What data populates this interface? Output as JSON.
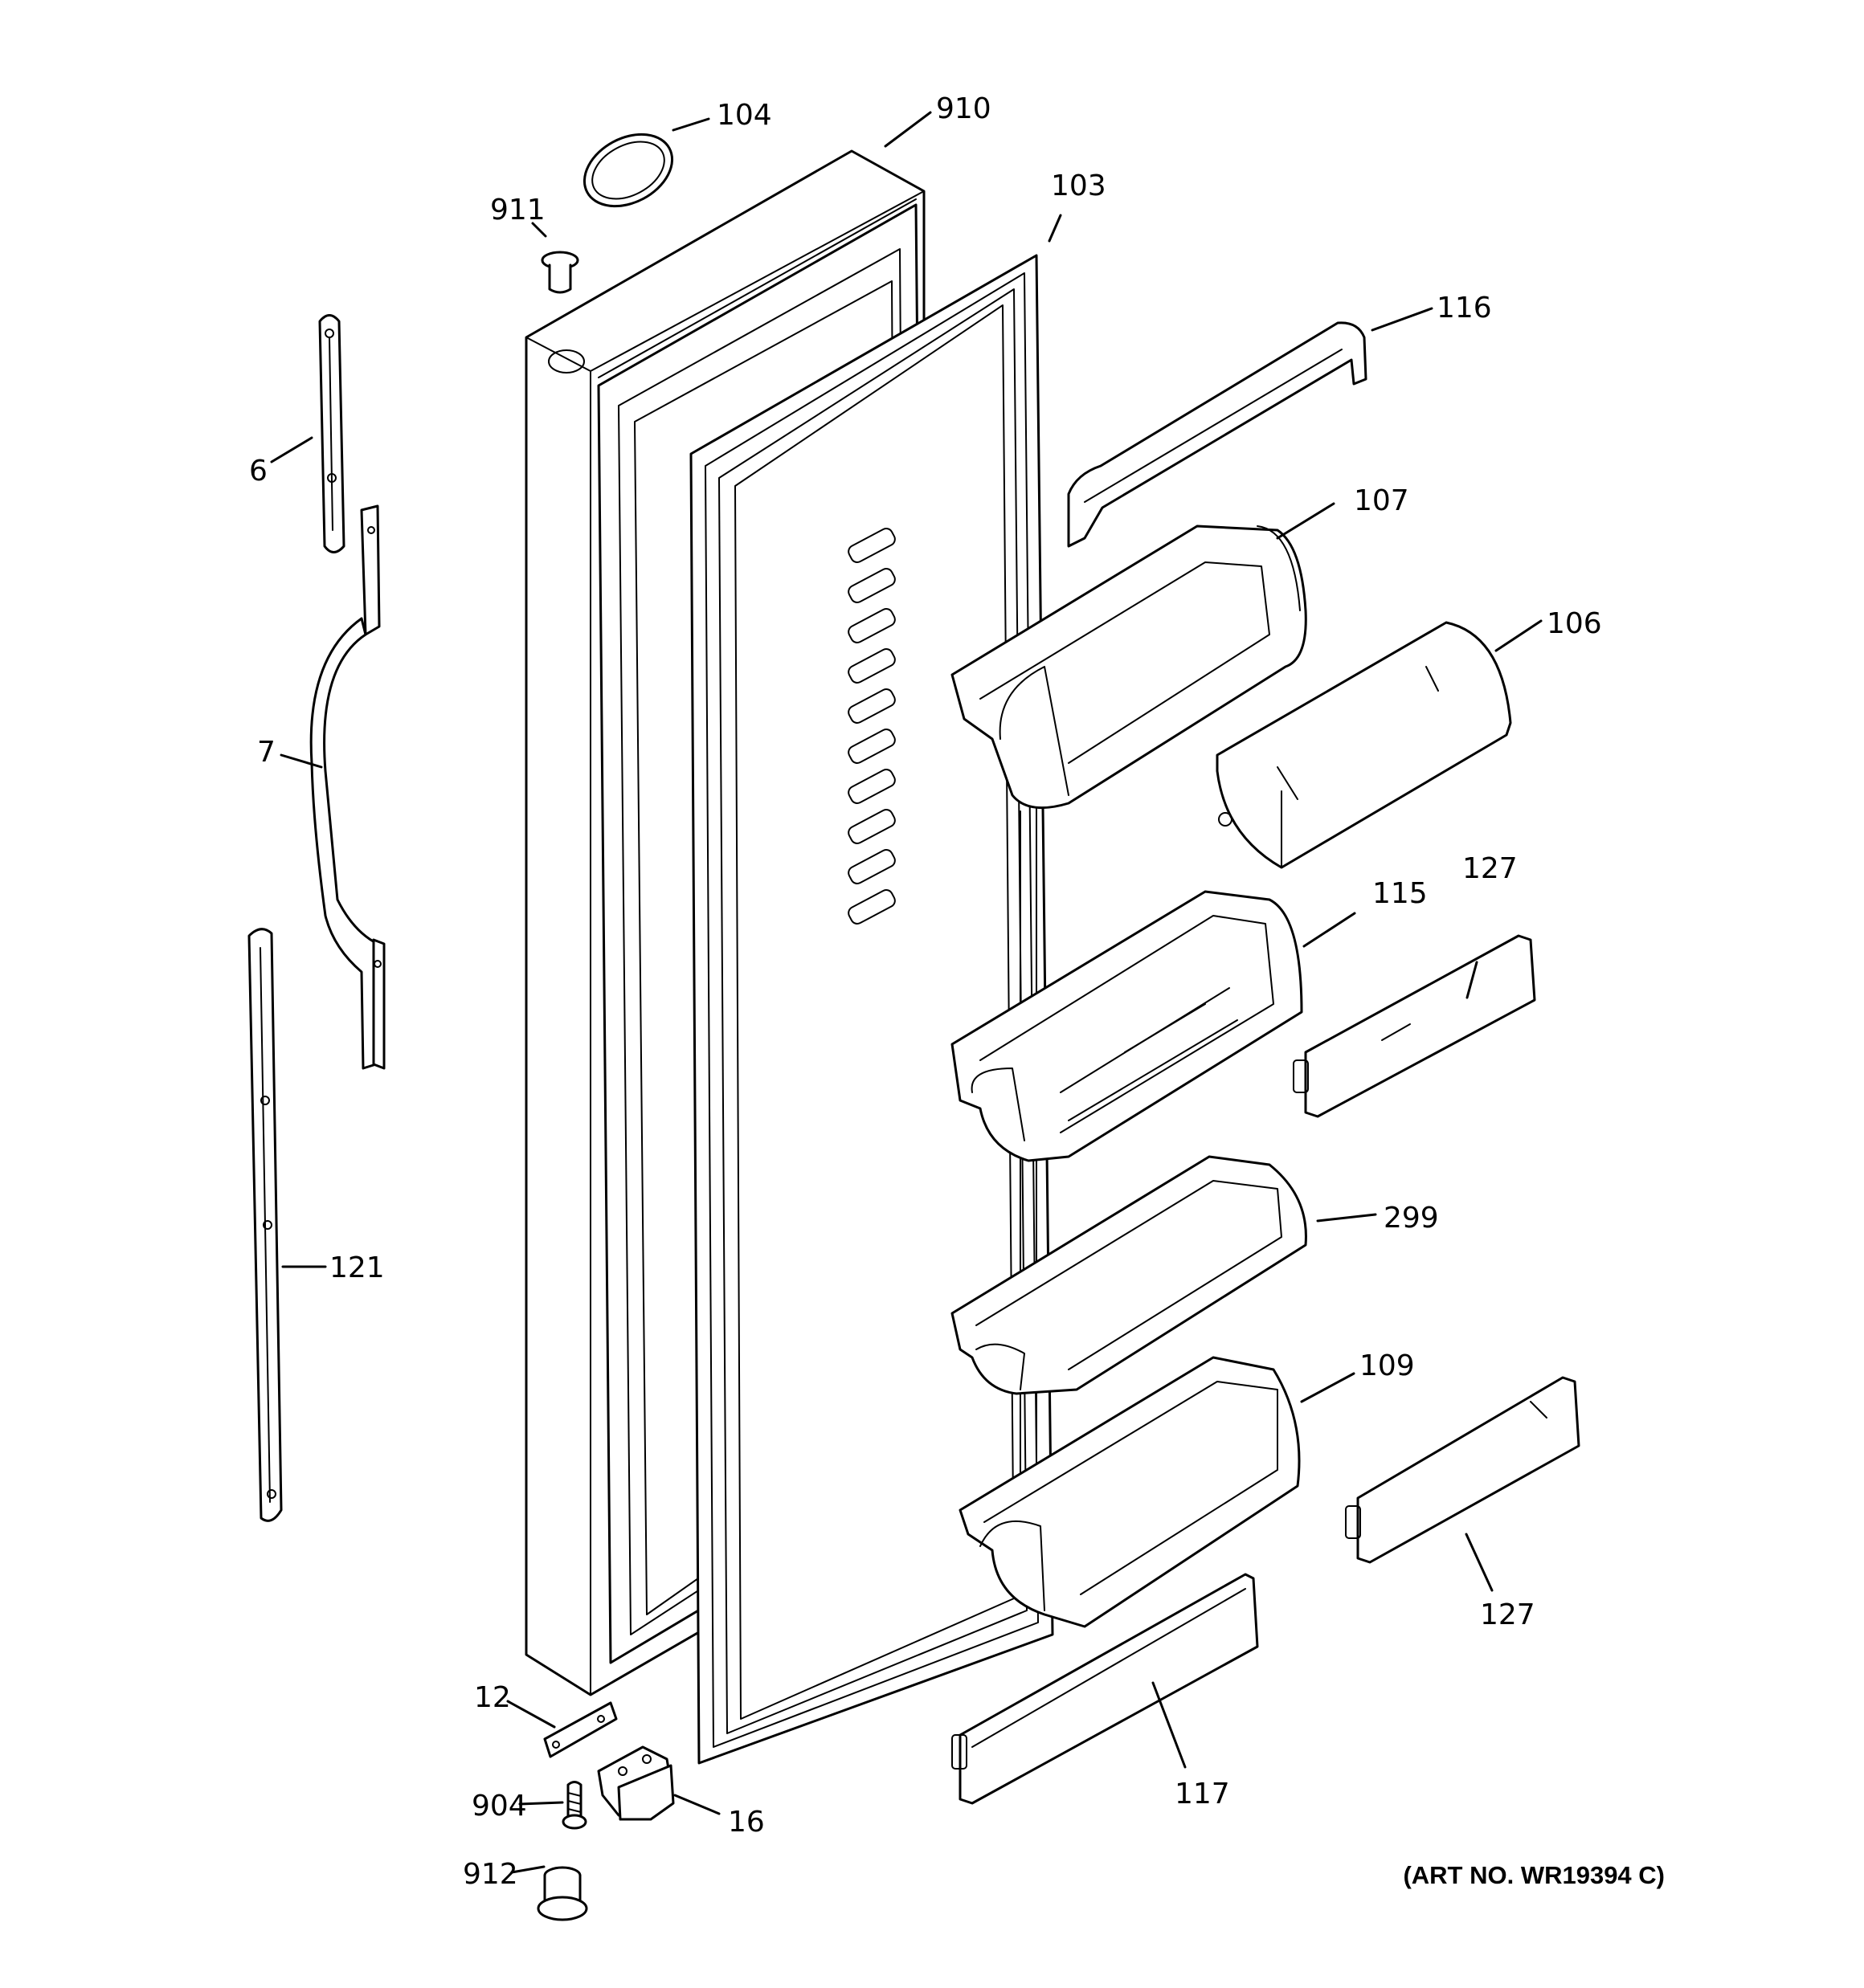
{
  "diagram": {
    "art_number": "(ART NO. WR19394 C)",
    "callouts": {
      "c104": "104",
      "c910": "910",
      "c911": "911",
      "c103": "103",
      "c116": "116",
      "c6": "6",
      "c107": "107",
      "c106": "106",
      "c7": "7",
      "c127a": "127",
      "c115": "115",
      "c121": "121",
      "c299": "299",
      "c109": "109",
      "c127b": "127",
      "c12": "12",
      "c904": "904",
      "c16": "16",
      "c117": "117",
      "c912": "912"
    }
  }
}
